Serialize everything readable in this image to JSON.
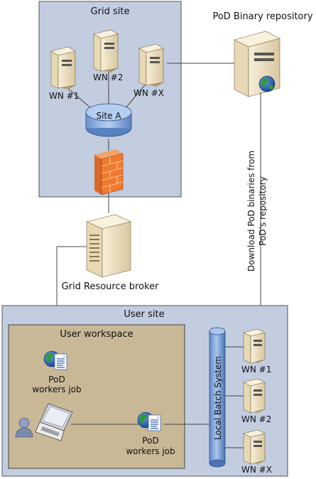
{
  "grid_site": {
    "title": "Grid site",
    "worker_nodes": [
      "WN #1",
      "WN #2",
      "WN #X"
    ],
    "router_label": "Site A"
  },
  "repository": {
    "title": "PoD Binary repository"
  },
  "download_label": {
    "line1": "Download PoD binaries from",
    "line2": "PoD's repository"
  },
  "broker": {
    "label": "Grid Resource broker"
  },
  "user_site": {
    "title": "User site",
    "workspace_title": "User workspace",
    "job_top": {
      "line1": "PoD",
      "line2": "workers job"
    },
    "job_bottom": {
      "line1": "PoD",
      "line2": "workers job"
    },
    "batch_system_label": "Local Batch System",
    "worker_nodes": [
      "WN #1",
      "WN #2",
      "WN #X"
    ]
  },
  "colors": {
    "grid_site_fill": "#c3cde0",
    "user_site_fill": "#c3cde0",
    "workspace_fill": "#c8b896",
    "server_body": "#efe3c6",
    "router_fill": "#8db3e2",
    "firewall_fill": "#f07b2e",
    "batch_fill": "#8fb4e0",
    "globe_blue": "#1f55b8",
    "globe_green": "#2f9a3a"
  }
}
